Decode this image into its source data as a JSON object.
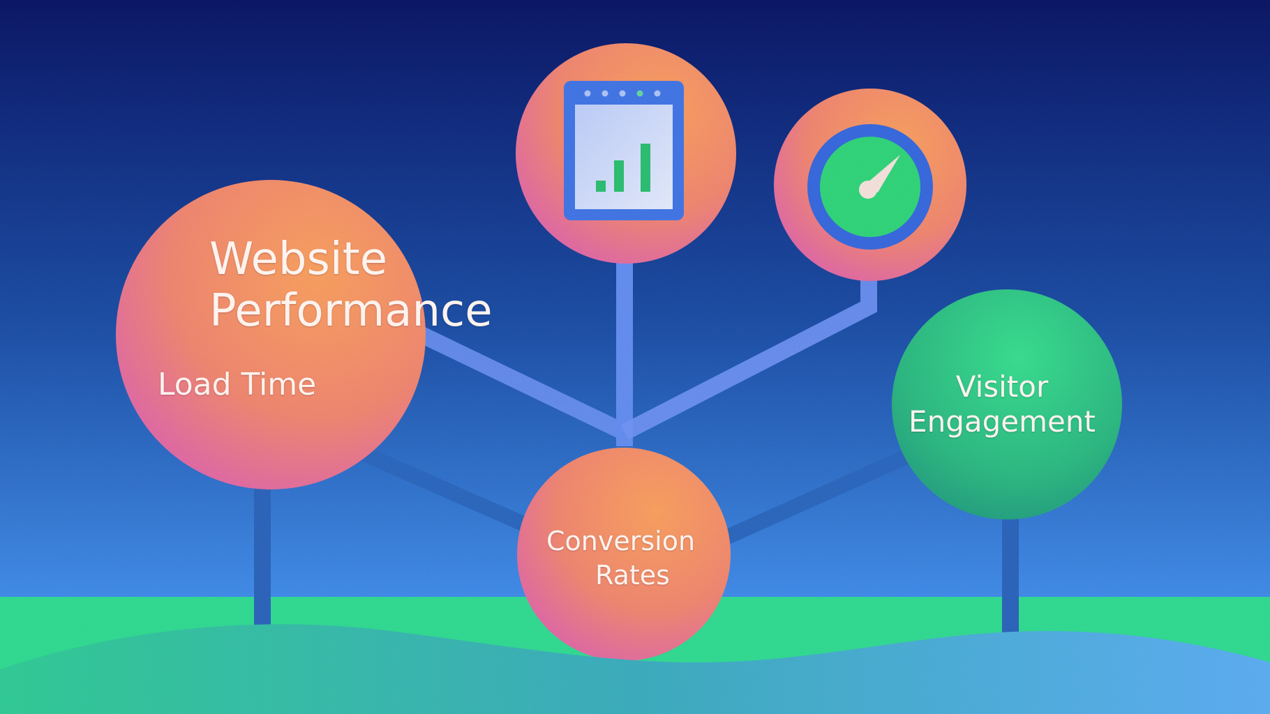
{
  "nodes": {
    "website_performance": "Website\nPerformance",
    "load_time": "Load Time",
    "conversion_rates": "Conversion\nRates",
    "visitor_engagement": "Visitor\nEngagement"
  },
  "icons": {
    "analytics": "bar-chart-window-icon",
    "speed": "speedometer-gauge-icon"
  },
  "colors": {
    "sky_top": "#0b1660",
    "sky_bottom": "#3f86e6",
    "ground": "#2fd58a",
    "orange_node": "#f08a5a",
    "magenta_node": "#d95fa8",
    "green_node": "#2fbf78",
    "connector": "#5b82e8"
  }
}
